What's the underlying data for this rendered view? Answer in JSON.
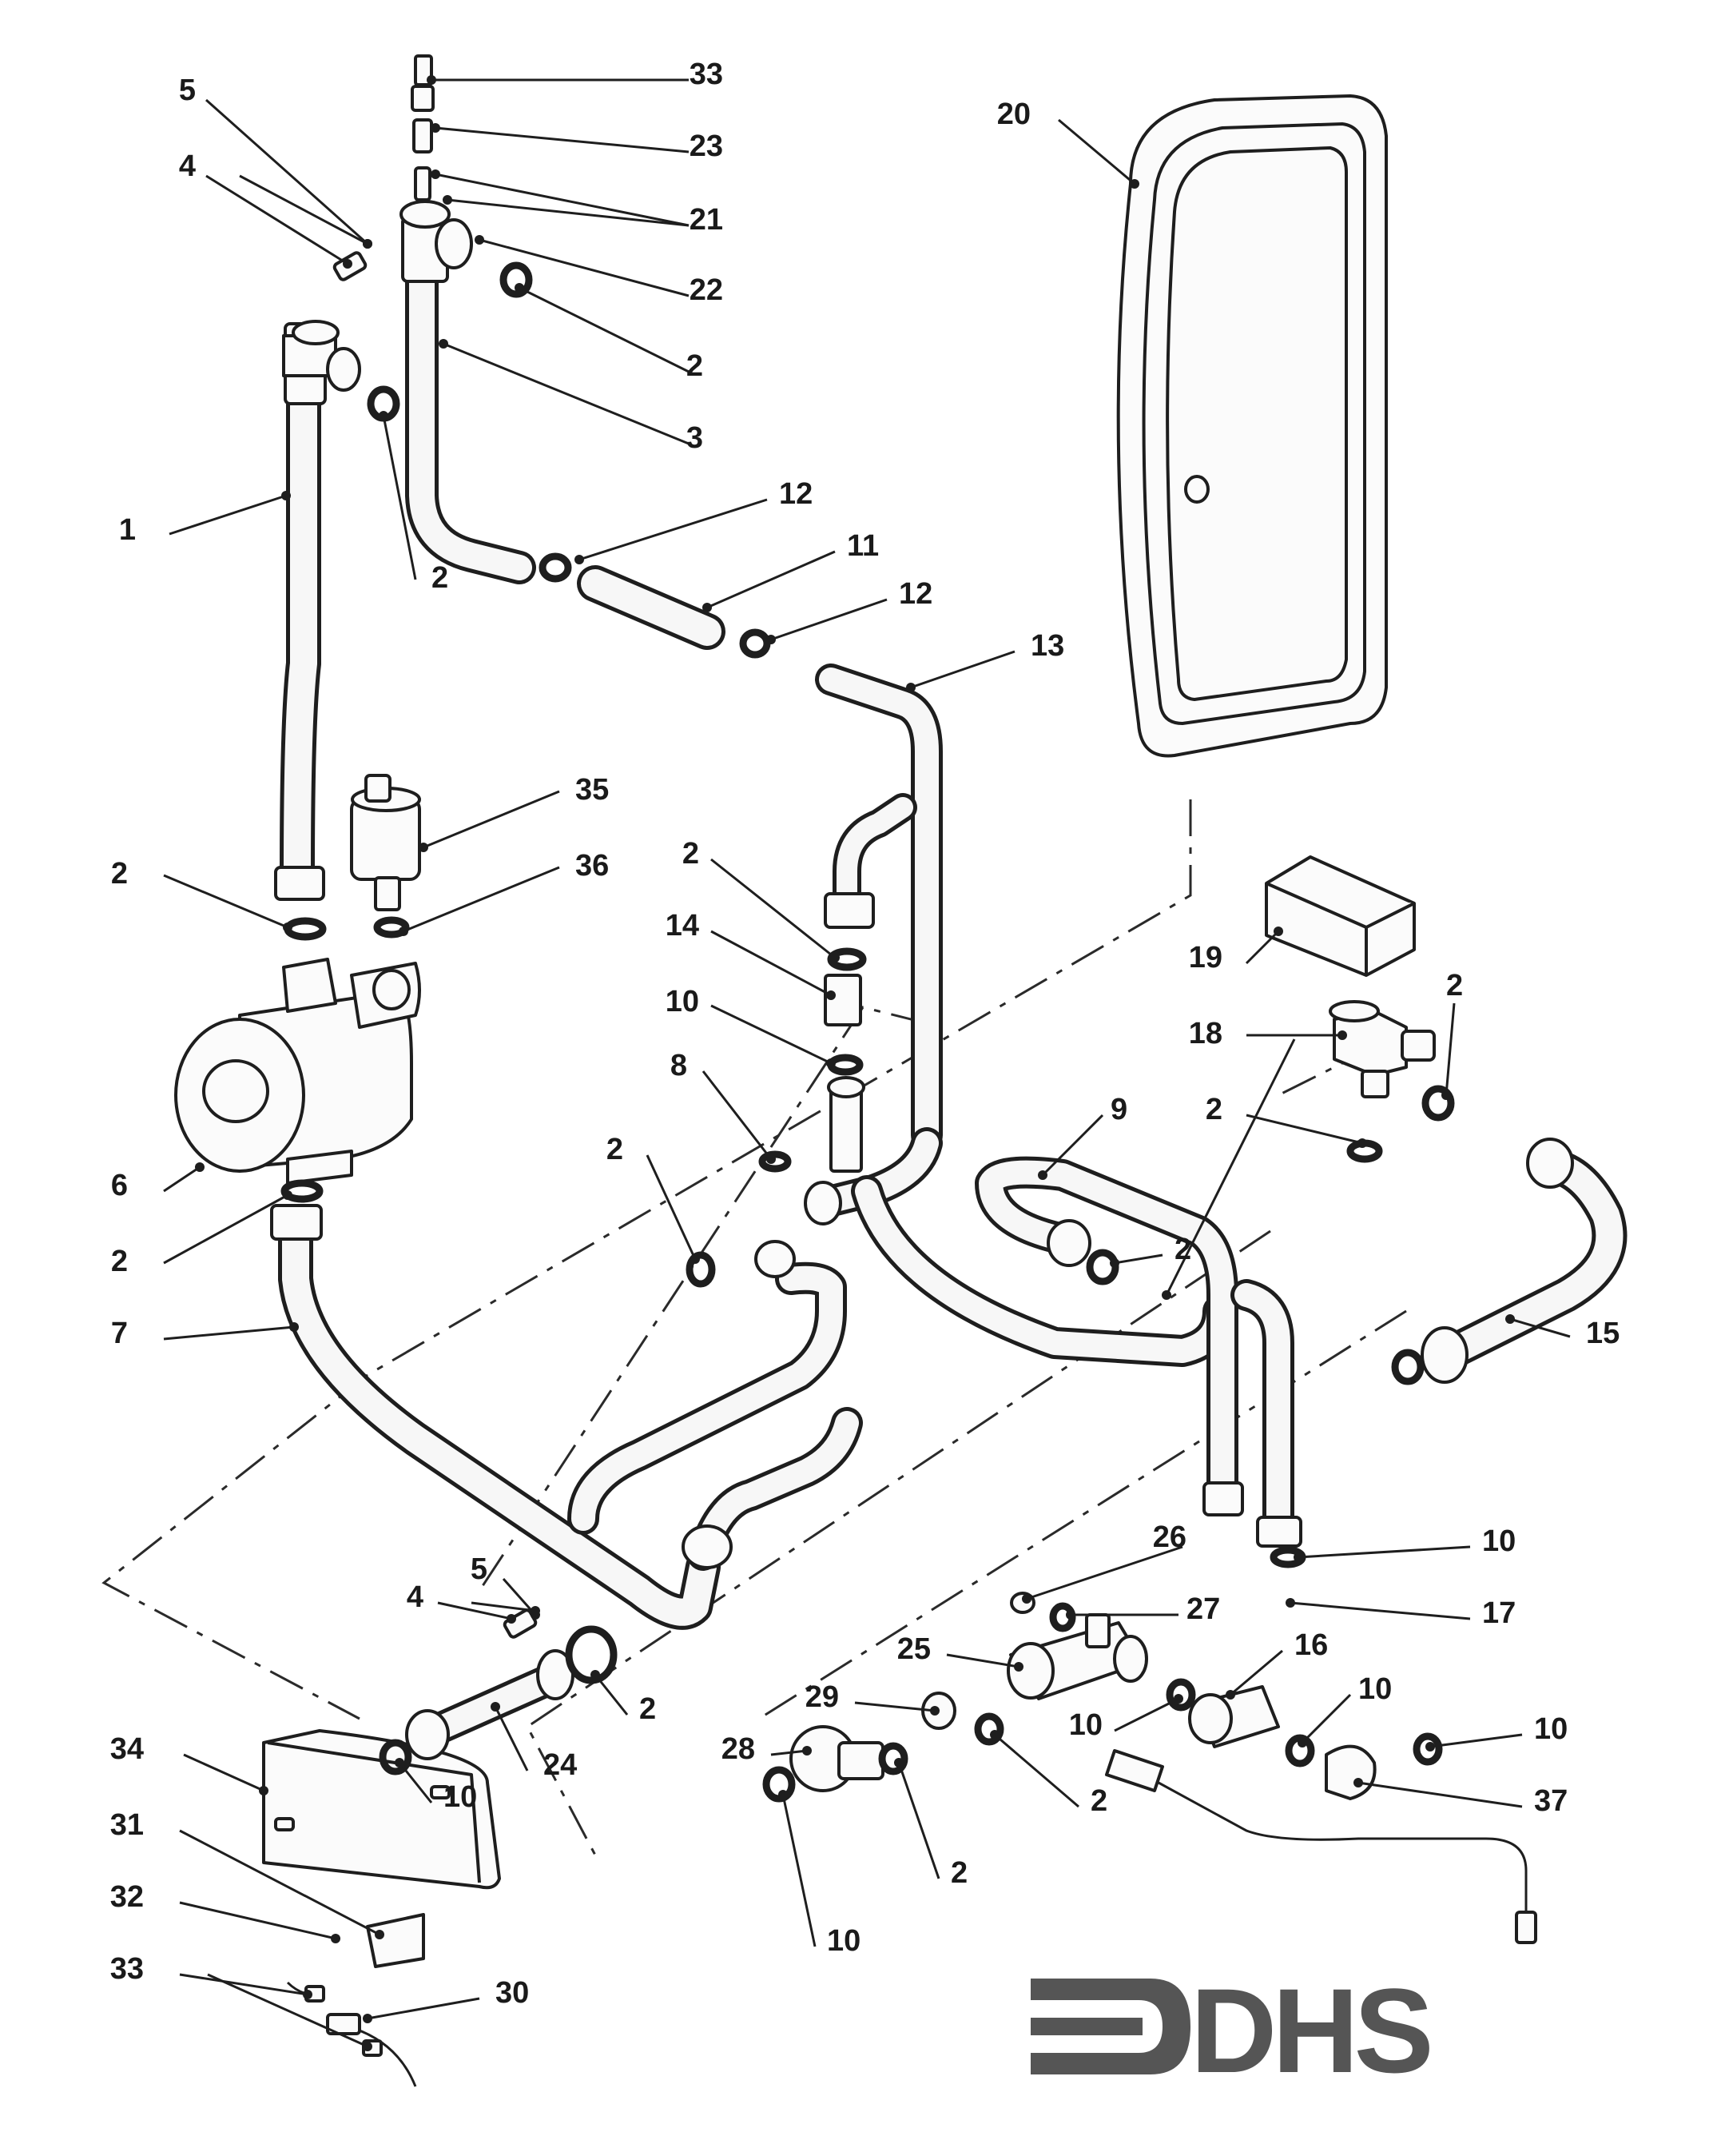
{
  "brand": {
    "logo_text": "DHS",
    "color": "#555555"
  },
  "ink_color": "#1e1e1e",
  "callouts": [
    {
      "id": "c33a",
      "label": "33"
    },
    {
      "id": "c23",
      "label": "23"
    },
    {
      "id": "c21",
      "label": "21"
    },
    {
      "id": "c22",
      "label": "22"
    },
    {
      "id": "c2a",
      "label": "2"
    },
    {
      "id": "c3",
      "label": "3"
    },
    {
      "id": "c5a",
      "label": "5"
    },
    {
      "id": "c4a",
      "label": "4"
    },
    {
      "id": "c1",
      "label": "1"
    },
    {
      "id": "c2b",
      "label": "2"
    },
    {
      "id": "c12a",
      "label": "12"
    },
    {
      "id": "c11",
      "label": "11"
    },
    {
      "id": "c12b",
      "label": "12"
    },
    {
      "id": "c13",
      "label": "13"
    },
    {
      "id": "c20",
      "label": "20"
    },
    {
      "id": "c35",
      "label": "35"
    },
    {
      "id": "c36",
      "label": "36"
    },
    {
      "id": "c2c",
      "label": "2"
    },
    {
      "id": "c6",
      "label": "6"
    },
    {
      "id": "c2d",
      "label": "2"
    },
    {
      "id": "c7",
      "label": "7"
    },
    {
      "id": "c2e",
      "label": "2"
    },
    {
      "id": "c14",
      "label": "14"
    },
    {
      "id": "c10a",
      "label": "10"
    },
    {
      "id": "c8",
      "label": "8"
    },
    {
      "id": "c2f",
      "label": "2"
    },
    {
      "id": "c19",
      "label": "19"
    },
    {
      "id": "c2g",
      "label": "2"
    },
    {
      "id": "c18",
      "label": "18"
    },
    {
      "id": "c2h",
      "label": "2"
    },
    {
      "id": "c9",
      "label": "9"
    },
    {
      "id": "c2i",
      "label": "2"
    },
    {
      "id": "c15",
      "label": "15"
    },
    {
      "id": "c10b",
      "label": "10"
    },
    {
      "id": "c17",
      "label": "17"
    },
    {
      "id": "c26",
      "label": "26"
    },
    {
      "id": "c27",
      "label": "27"
    },
    {
      "id": "c25",
      "label": "25"
    },
    {
      "id": "c16",
      "label": "16"
    },
    {
      "id": "c10c",
      "label": "10"
    },
    {
      "id": "c10d",
      "label": "10"
    },
    {
      "id": "c10e",
      "label": "10"
    },
    {
      "id": "c37",
      "label": "37"
    },
    {
      "id": "c29",
      "label": "29"
    },
    {
      "id": "c2j",
      "label": "2"
    },
    {
      "id": "c28",
      "label": "28"
    },
    {
      "id": "c2k",
      "label": "2"
    },
    {
      "id": "c10f",
      "label": "10"
    },
    {
      "id": "c5b",
      "label": "5"
    },
    {
      "id": "c4b",
      "label": "4"
    },
    {
      "id": "c2l",
      "label": "2"
    },
    {
      "id": "c24",
      "label": "24"
    },
    {
      "id": "c10g",
      "label": "10"
    },
    {
      "id": "c34",
      "label": "34"
    },
    {
      "id": "c31",
      "label": "31"
    },
    {
      "id": "c32",
      "label": "32"
    },
    {
      "id": "c33b",
      "label": "33"
    },
    {
      "id": "c30",
      "label": "30"
    }
  ]
}
